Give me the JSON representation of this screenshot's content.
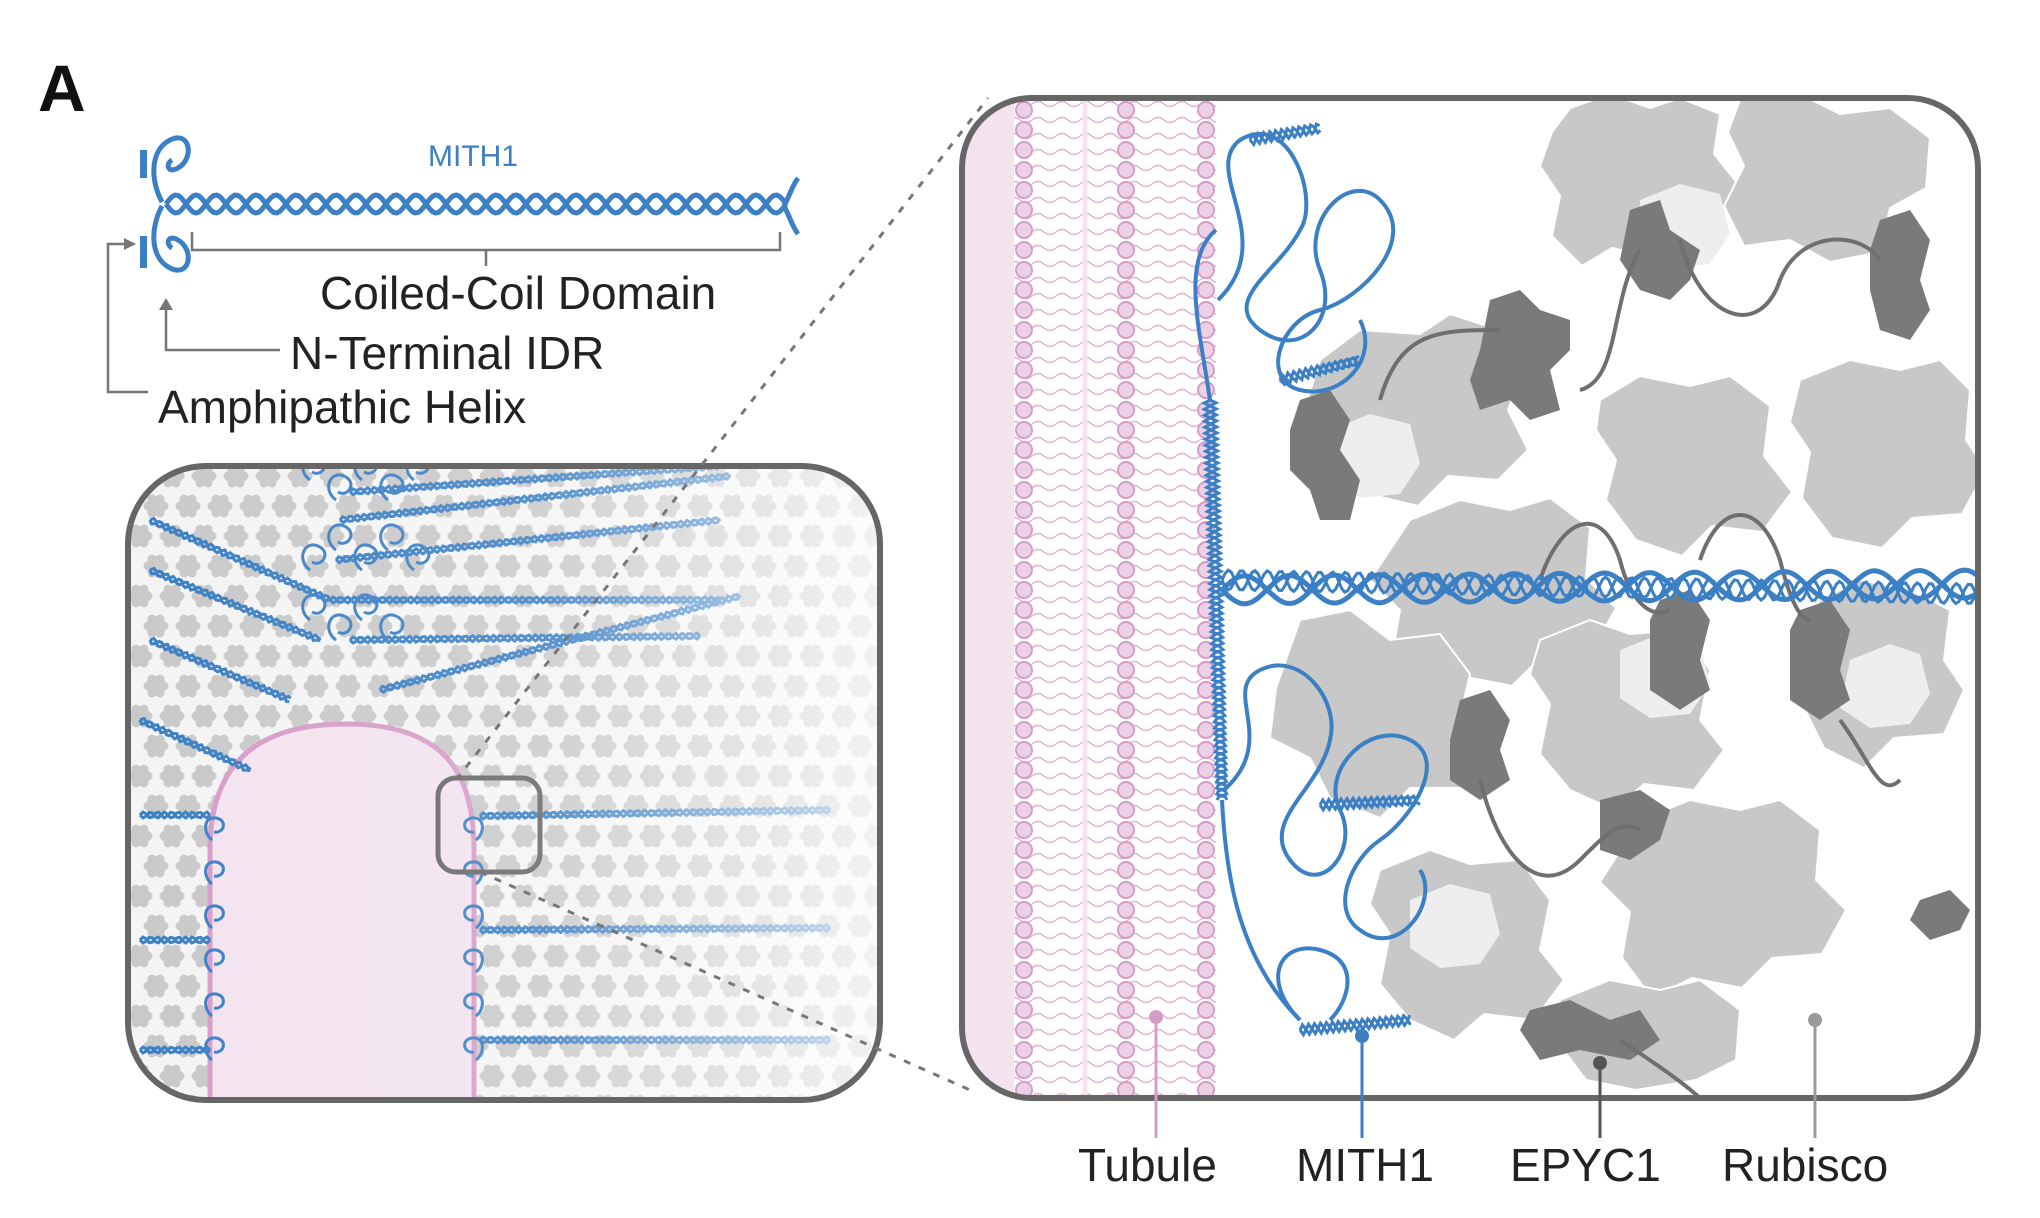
{
  "panel_label": "A",
  "protein_name": "MITH1",
  "domain_labels": {
    "coiled_coil": "Coiled-Coil Domain",
    "n_terminal": "N-Terminal IDR",
    "amphipathic": "Amphipathic Helix"
  },
  "legend": [
    {
      "label": "Tubule",
      "color": "#d69cc8"
    },
    {
      "label": "MITH1",
      "color": "#3b7fc4"
    },
    {
      "label": "EPYC1",
      "color": "#555555"
    },
    {
      "label": "Rubisco",
      "color": "#9a9a9a"
    }
  ],
  "colors": {
    "protein_blue": "#3b7fc4",
    "membrane_pink": "#d69cc8",
    "tubule_fill": "#f3e3ef",
    "rubisco_grey": "#c8c8c8",
    "epyc1_dark": "#7a7a7a"
  }
}
